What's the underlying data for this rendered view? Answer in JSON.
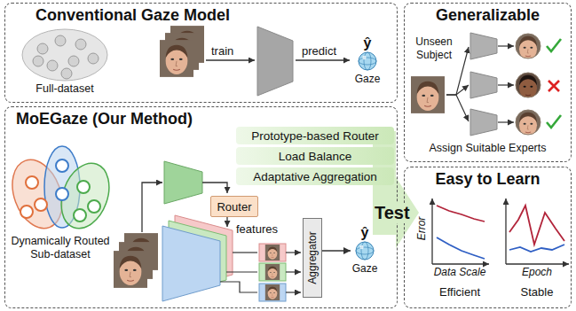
{
  "diagram": {
    "nodes": [
      {
        "text": [
          "Conventional Gaze Model"
        ]
      },
      {
        "text": [
          "Full-dataset"
        ],
        "in": 0
      },
      {
        "text": [
          "ŷ",
          "Gaze"
        ],
        "in": 0
      },
      {
        "text": [
          "MoEGaze (Our Method)"
        ]
      },
      {
        "text": [
          "Prototype-based Router"
        ],
        "in": 3
      },
      {
        "text": [
          "Load Balance"
        ],
        "in": 3
      },
      {
        "text": [
          "Adaptative Aggregation"
        ],
        "in": 3
      },
      {
        "text": [
          "Dynamically Routed Sub-dataset"
        ],
        "in": 3
      },
      {
        "text": [
          "Router"
        ],
        "in": 3
      },
      {
        "text": [
          "Aggregator"
        ],
        "in": 3
      },
      {
        "text": [
          "ŷ",
          "Gaze"
        ],
        "in": 3
      },
      {
        "text": [
          "Generalizable",
          "Assign Suitable Experts"
        ]
      },
      {
        "text": [
          "Easy to Learn"
        ]
      }
    ],
    "edges": [
      {
        "from": 9,
        "to": 10,
        "arrow": "to"
      }
    ],
    "labels": [
      "train",
      "predict",
      "features",
      "Test",
      "Unseen Subject",
      "Error",
      "Data Scale",
      "Epoch",
      "Efficient",
      "Stable"
    ]
  }
}
